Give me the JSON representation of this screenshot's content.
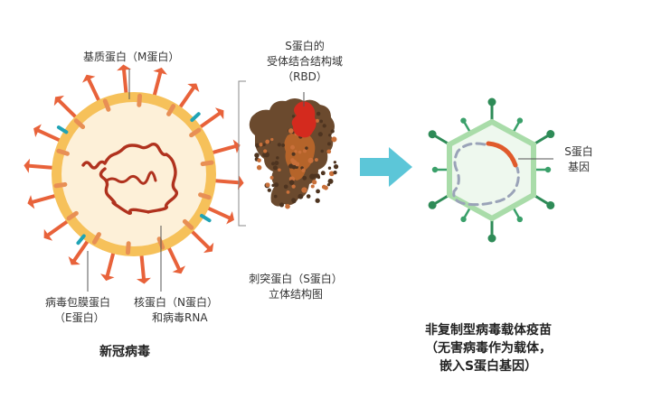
{
  "virus": {
    "m_protein": "基质蛋白（M蛋白）",
    "e_protein_l1": "病毒包膜蛋白",
    "e_protein_l2": "（E蛋白）",
    "n_protein_l1": "核蛋白（N蛋白）",
    "n_protein_l2": "和病毒RNA",
    "name": "新冠病毒"
  },
  "spike": {
    "rbd_l1": "S蛋白的",
    "rbd_l2": "受体结合结构域",
    "rbd_l3": "（RBD）",
    "caption_l1": "刺突蛋白（S蛋白）",
    "caption_l2": "立体结构图"
  },
  "vaccine": {
    "gene_l1": "S蛋白",
    "gene_l2": "基因",
    "title_l1": "非复制型病毒载体疫苗",
    "title_l2": "（无害病毒作为载体，",
    "title_l3": "嵌入S蛋白基因）"
  },
  "colors": {
    "virus_orange": "#e8623a",
    "virus_membrane": "#f6c15a",
    "virus_core": "#fdf0d8",
    "rna_red": "#b0321e",
    "e_protein_teal": "#1fa3b5",
    "arrow_teal": "#5cc6d8",
    "vector_green": "#2e8b57",
    "vector_fill": "#e6f5e6",
    "spike_brown": "#6b4a2e",
    "rbd_red": "#d42a1e"
  }
}
